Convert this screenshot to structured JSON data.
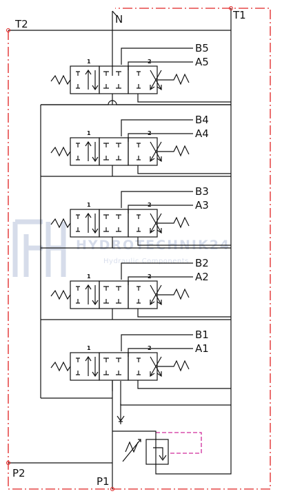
{
  "ports": {
    "top_left": "T2",
    "top_center": "N",
    "top_right": "T1",
    "bottom_left": "P2",
    "bottom_center": "P1"
  },
  "sections": [
    {
      "b": "B5",
      "a": "A5",
      "pos1": "1",
      "pos2": "2"
    },
    {
      "b": "B4",
      "a": "A4",
      "pos1": "1",
      "pos2": "2"
    },
    {
      "b": "B3",
      "a": "A3",
      "pos1": "1",
      "pos2": "2"
    },
    {
      "b": "B2",
      "a": "A2",
      "pos1": "1",
      "pos2": "2"
    },
    {
      "b": "B1",
      "a": "A1",
      "pos1": "1",
      "pos2": "2"
    }
  ],
  "watermark": {
    "brand": "HYDROTECHNIK24",
    "tagline": "Hydraulic Components"
  },
  "colors": {
    "line": "#111111",
    "boundary": "#e02020",
    "pilot": "#d02a9a",
    "watermark": "#c9d1e4"
  }
}
